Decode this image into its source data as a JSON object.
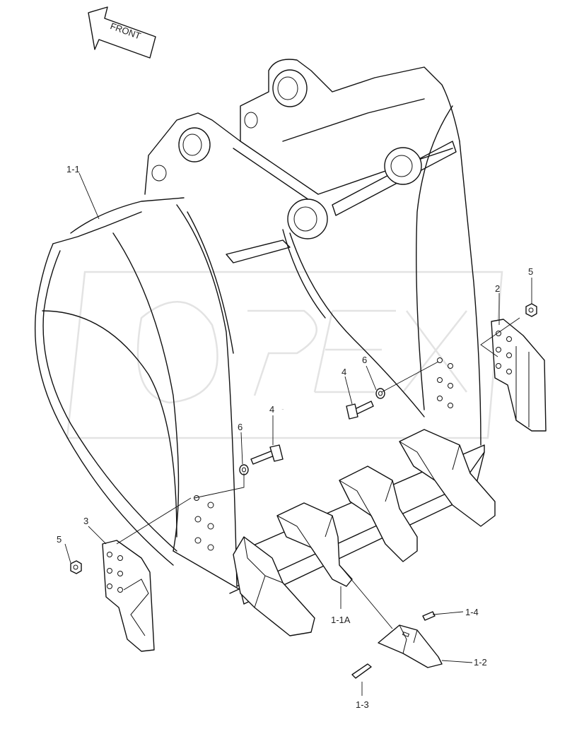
{
  "direction": {
    "label": "FRONT",
    "icon": "front-arrow-icon"
  },
  "parts": [
    {
      "id": "1-1"
    },
    {
      "id": "1-1A"
    },
    {
      "id": "1-2"
    },
    {
      "id": "1-3"
    },
    {
      "id": "1-4"
    },
    {
      "id": "2"
    },
    {
      "id": "3"
    },
    {
      "id": "4"
    },
    {
      "id": "5"
    },
    {
      "id": "6"
    }
  ],
  "watermark": {
    "text": "OPEX"
  },
  "colors": {
    "line": "#111111",
    "background": "#ffffff",
    "watermark": "#e3e3e3"
  }
}
